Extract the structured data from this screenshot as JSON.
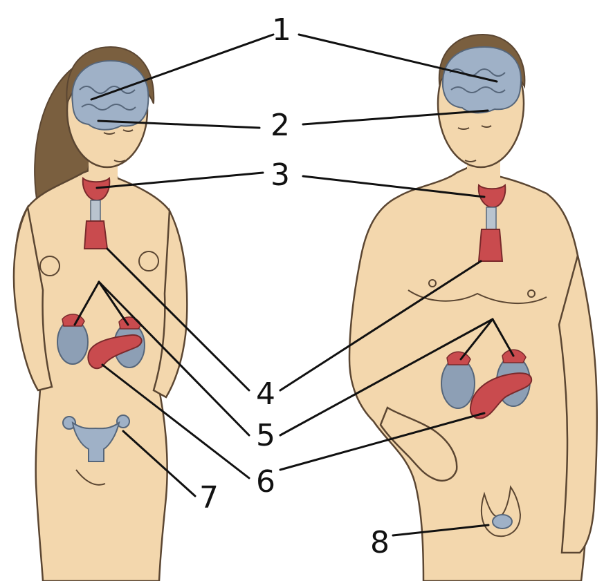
{
  "labels": [
    "1",
    "2",
    "3",
    "4",
    "5",
    "6",
    "7",
    "8"
  ],
  "colors": {
    "background": "#ffffff",
    "skin": "#f3d7ad",
    "skin_shadow": "#e6bf8c",
    "outline": "#5b4632",
    "hair_female": "#7a5f3f",
    "brain": "#9fb1c7",
    "gland_red": "#c94b4e",
    "kidney": "#8d9fb5",
    "leader_line": "#111111"
  }
}
